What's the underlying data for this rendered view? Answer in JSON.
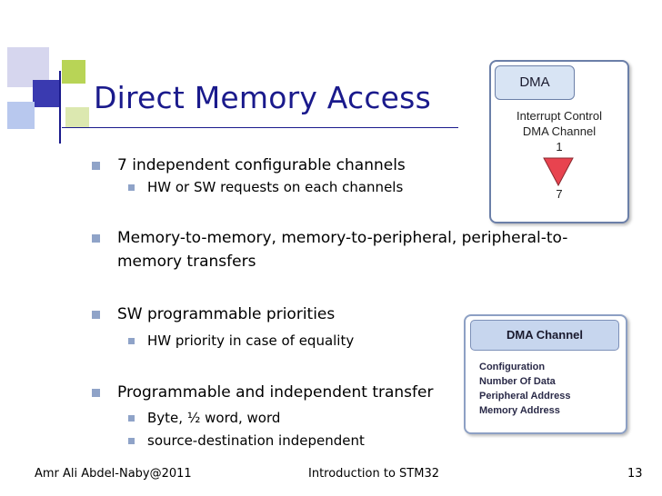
{
  "slide": {
    "title": "Direct Memory Access",
    "bullets": [
      {
        "text": "7 independent configurable channels",
        "sub": [
          "HW or SW requests on each channels"
        ]
      },
      {
        "text_line1": "Memory-to-memory, memory-to-peripheral, peripheral-to-",
        "text_line2": "memory transfers"
      },
      {
        "text": "SW programmable priorities",
        "sub": [
          "HW priority in case of equality"
        ]
      },
      {
        "text": "Programmable and independent transfer",
        "sub": [
          "Byte, ½ word, word",
          "source-destination independent"
        ]
      }
    ]
  },
  "dma_diagram": {
    "header": "DMA",
    "line1": "Interrupt Control",
    "line2": "DMA Channel",
    "top_number": "1",
    "bottom_number": "7",
    "arrow_color": "#e8434f"
  },
  "channel_diagram": {
    "header": "DMA Channel",
    "items": [
      "Configuration",
      "Number Of Data",
      "Peripheral Address",
      "Memory Address"
    ]
  },
  "footer": {
    "author": "Amr Ali Abdel-Naby@2011",
    "center": "Introduction to STM32",
    "page": "13"
  },
  "colors": {
    "title": "#1a1a8c",
    "bullet_marker": "#8fa3c8",
    "square_dark": "#3a3ab0",
    "square_green": "#a8c84a",
    "square_light": "#c8c8ec"
  }
}
